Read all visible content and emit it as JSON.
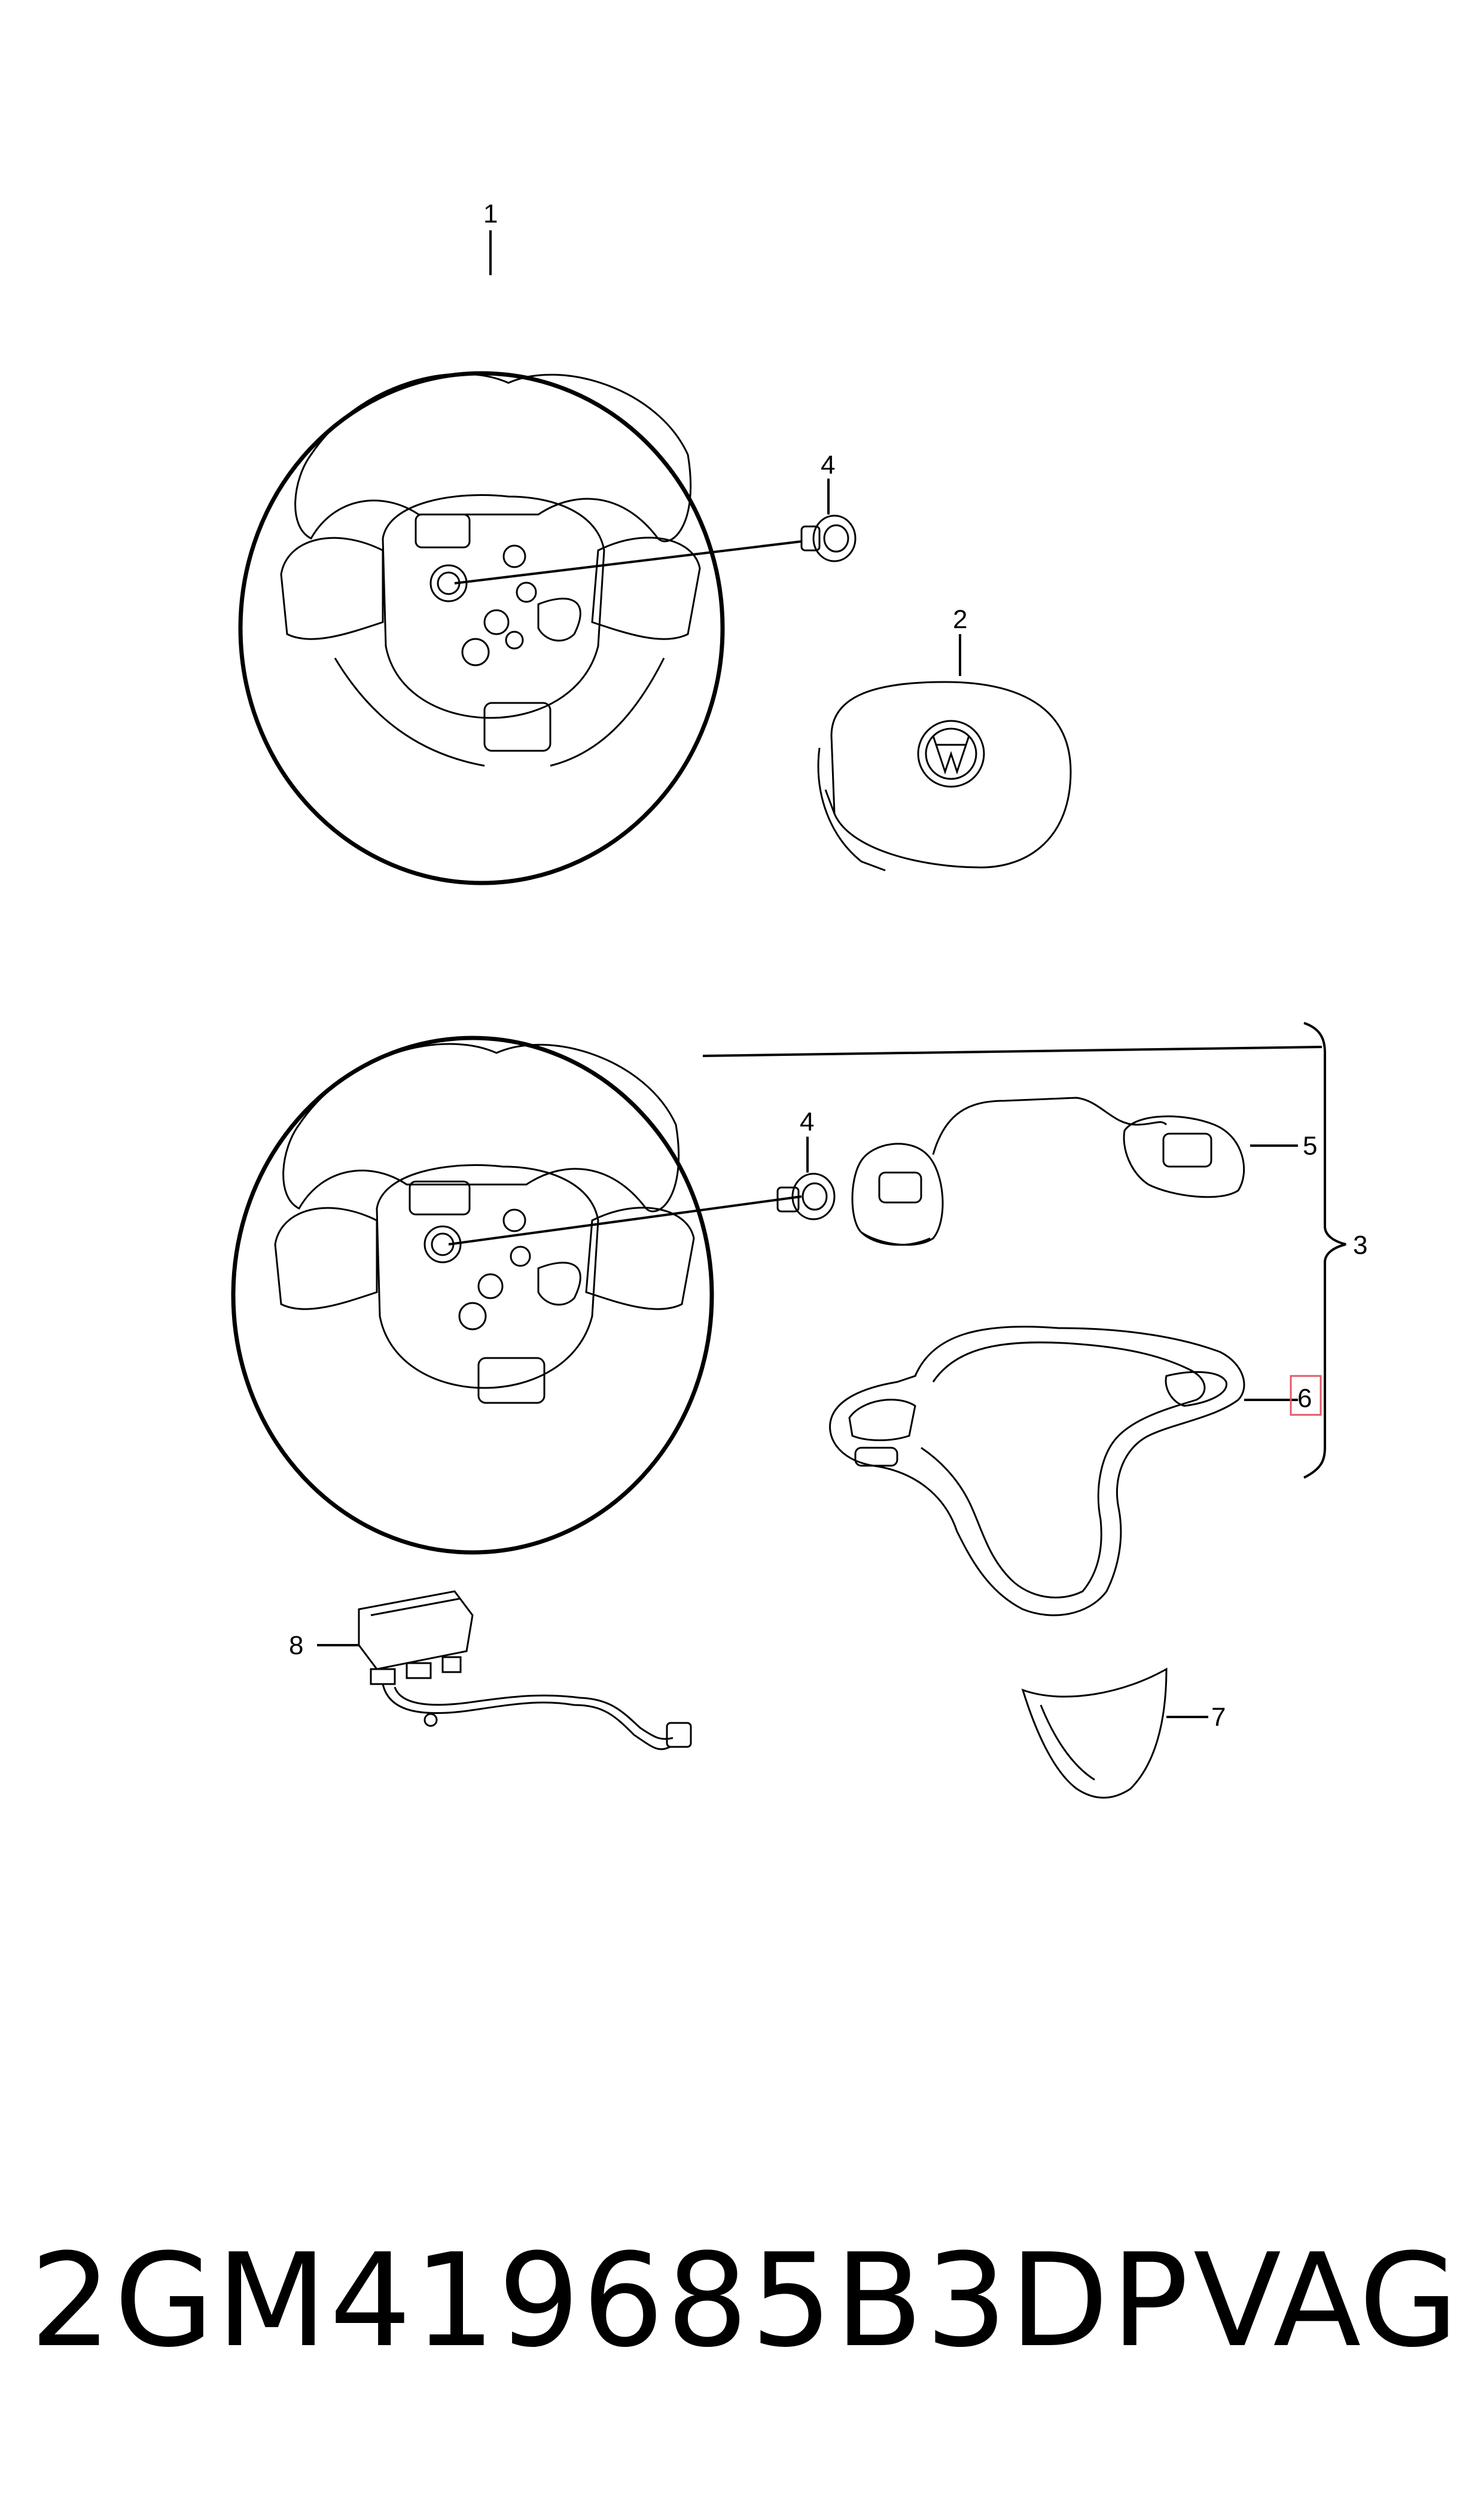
{
  "diagram": {
    "callouts": {
      "c1": "1",
      "c2": "2",
      "c3": "3",
      "c4a": "4",
      "c4b": "4",
      "c5": "5",
      "c6": "6",
      "c7": "7",
      "c8": "8"
    },
    "highlight_color": "#e05a6a"
  },
  "footer": {
    "part_number": "2GM419685B3DP",
    "brand": "VAG"
  }
}
